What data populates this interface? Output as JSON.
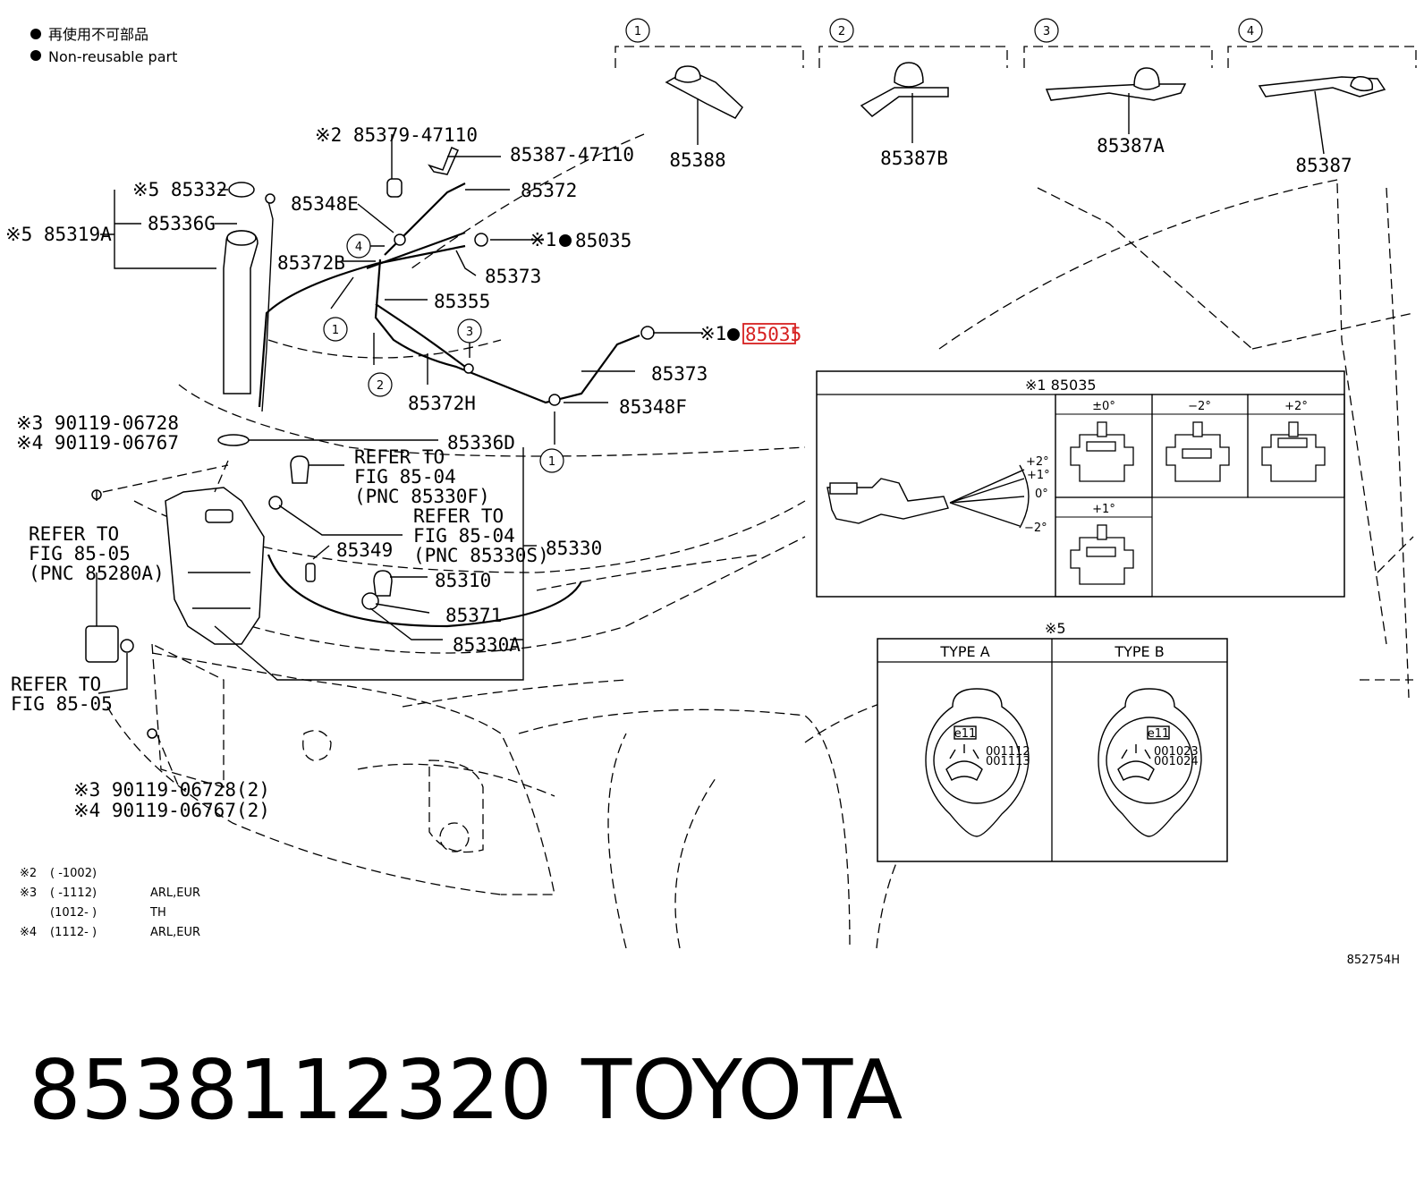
{
  "legend": {
    "jp": "再使用不可部品",
    "en": "Non-reusable part"
  },
  "variants": [
    {
      "num": "1",
      "part": "85388"
    },
    {
      "num": "2",
      "part": "85387B"
    },
    {
      "num": "3",
      "part": "85387A"
    },
    {
      "num": "4",
      "part": "85387"
    }
  ],
  "callouts": {
    "p85379": "※2 85379-47110",
    "p85387_47110": "85387-47110",
    "p85332": "※5 85332",
    "p85348E": "85348E",
    "p85372": "85372",
    "p85319A": "※5 85319A",
    "p85336G": "85336G",
    "p85035a_mark": "※1",
    "p85035a": "85035",
    "p85372B": "85372B",
    "p85373a": "85373",
    "p85355": "85355",
    "p85035b_mark": "※1",
    "p85035b": "85035",
    "p85373b": "85373",
    "p85372H": "85372H",
    "p85348F": "85348F",
    "p85336D": "85336D",
    "p90119a": "※3 90119-06728",
    "p90119b": "※4 90119-06767",
    "refer1": [
      "REFER TO",
      "FIG 85-04",
      "(PNC 85330F)"
    ],
    "refer2": [
      "REFER TO",
      "FIG 85-04",
      "(PNC 85330S)"
    ],
    "refer3": [
      "REFER TO",
      "FIG 85-05",
      "(PNC 85280A)"
    ],
    "refer4": [
      "REFER TO",
      "FIG 85-05"
    ],
    "p85330": "85330",
    "p85349": "85349",
    "p85310": "85310",
    "p85371": "85371",
    "p85330A": "85330A",
    "p90119c": "※3 90119-06728(2)",
    "p90119d": "※4 90119-06767(2)"
  },
  "circle_markers": [
    "4",
    "1",
    "3",
    "2",
    "1"
  ],
  "inset_85035": {
    "title": "※1 85035",
    "angles": [
      "±0°",
      "−2°",
      "+2°",
      "+1°"
    ],
    "scale": [
      "+2°",
      "+1°",
      "0°",
      "−2°"
    ]
  },
  "inset_types": {
    "title": "※5",
    "type_a": "TYPE A",
    "type_b": "TYPE B",
    "cap_mark": "e11",
    "type_a_codes": [
      "001112",
      "001113"
    ],
    "type_b_codes": [
      "001023",
      "001024"
    ]
  },
  "notes": [
    {
      "mark": "※2",
      "range": "(        -1002)",
      "region": ""
    },
    {
      "mark": "※3",
      "range": "(        -1112)",
      "region": "ARL,EUR"
    },
    {
      "mark": "",
      "range": "(1012-        )",
      "region": "TH"
    },
    {
      "mark": "※4",
      "range": "(1112-        )",
      "region": "ARL,EUR"
    }
  ],
  "fig_code": "852754H",
  "product": {
    "part_number": "8538112320",
    "brand": "TOYOTA"
  },
  "colors": {
    "highlight": "#d62020",
    "ink": "#000000"
  }
}
